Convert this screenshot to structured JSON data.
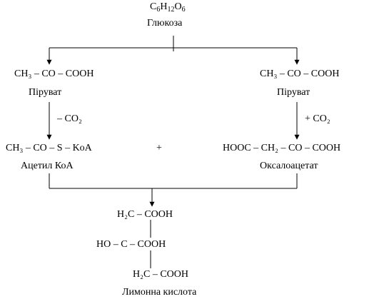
{
  "glucose": {
    "formula_parts": [
      "C",
      "6",
      "H",
      "12",
      "O",
      "6"
    ],
    "name": "Глюкоза"
  },
  "pyruvate_left": {
    "formula": "CH₃ – CO – COOH",
    "name": "Піруват"
  },
  "pyruvate_right": {
    "formula": "CH₃ – CO – COOH",
    "name": "Піруват"
  },
  "step_left": {
    "label": "– CO₂"
  },
  "step_right": {
    "label": "+ CO₂"
  },
  "acetyl": {
    "formula": "CH₃ – CO – S – KoA",
    "name": "Ацетил КоА"
  },
  "plus": "+",
  "oxaloacetate": {
    "formula": "HOOC – CH₂ – CO – COOH",
    "name": "Оксалоацетат"
  },
  "citric": {
    "line1": "H₂C – COOH",
    "line2": "HO – C – COOH",
    "line3": "H₂C – COOH",
    "name": "Лимонна  кислота"
  }
}
